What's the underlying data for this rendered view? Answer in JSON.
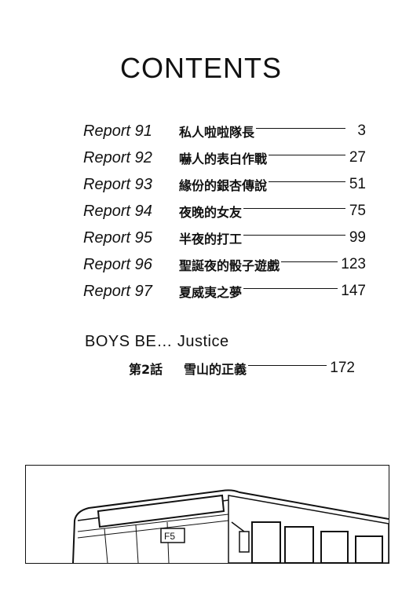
{
  "contents_title": "CONTENTS",
  "entries": [
    {
      "report": "Report 91",
      "title": "私人啦啦隊長",
      "page": "3"
    },
    {
      "report": "Report 92",
      "title": "嚇人的表白作戰",
      "page": "27"
    },
    {
      "report": "Report 93",
      "title": "緣份的銀杏傳說",
      "page": "51"
    },
    {
      "report": "Report 94",
      "title": "夜晚的女友",
      "page": "75"
    },
    {
      "report": "Report 95",
      "title": "半夜的打工",
      "page": "99"
    },
    {
      "report": "Report 96",
      "title": "聖誕夜的骰子遊戲",
      "page": "123"
    },
    {
      "report": "Report 97",
      "title": "夏威夷之夢",
      "page": "147"
    }
  ],
  "extra": {
    "series": "BOYS BE… Justice",
    "episode_label": "第2話",
    "episode_title": "雪山的正義",
    "page": "172"
  },
  "illustration": {
    "bus_sign": "F5"
  }
}
